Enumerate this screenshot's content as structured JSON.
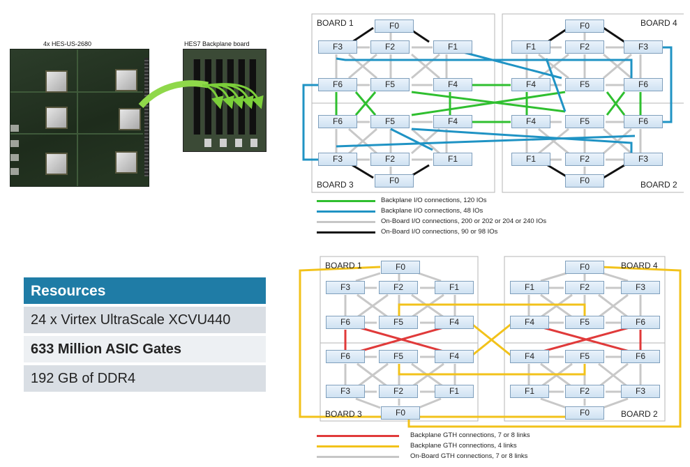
{
  "photos": {
    "left_caption": "4x HES-US-2680",
    "right_caption": "HES7 Backplane board"
  },
  "resources": {
    "header": "Resources",
    "rows": [
      {
        "text": "24 x Virtex UltraScale XCVU440",
        "bold": false,
        "bg": "#d9dee4"
      },
      {
        "text": "633 Million ASIC Gates",
        "bold": true,
        "bg": "#edf0f3"
      },
      {
        "text": "192 GB of DDR4",
        "bold": false,
        "bg": "#d9dee4"
      }
    ]
  },
  "diagram_top": {
    "boards": [
      {
        "label": "BOARD 1",
        "fpgas": [
          "F0",
          "F3",
          "F2",
          "F1",
          "F6",
          "F5",
          "F4"
        ]
      },
      {
        "label": "BOARD 4",
        "fpgas": [
          "F0",
          "F1",
          "F2",
          "F3",
          "F4",
          "F5",
          "F6"
        ]
      },
      {
        "label": "BOARD 3",
        "fpgas": [
          "F6",
          "F5",
          "F4",
          "F3",
          "F2",
          "F1",
          "F0"
        ]
      },
      {
        "label": "BOARD 2",
        "fpgas": [
          "F4",
          "F5",
          "F6",
          "F1",
          "F2",
          "F3",
          "F0"
        ]
      }
    ],
    "legend": [
      {
        "color": "#2fbf2f",
        "text": "Backplane I/O connections, 120 IOs"
      },
      {
        "color": "#1f93c4",
        "text": "Backplane I/O connections, 48 IOs"
      },
      {
        "color": "#c6c6c6",
        "text": "On-Board I/O connections, 200 or 202 or 204 or 240 IOs"
      },
      {
        "color": "#111111",
        "text": "On-Board I/O connections, 90 or 98 IOs"
      }
    ]
  },
  "diagram_bottom": {
    "boards": [
      {
        "label": "BOARD 1",
        "fpgas": [
          "F0",
          "F3",
          "F2",
          "F1",
          "F6",
          "F5",
          "F4"
        ]
      },
      {
        "label": "BOARD 4",
        "fpgas": [
          "F0",
          "F1",
          "F2",
          "F3",
          "F4",
          "F5",
          "F6"
        ]
      },
      {
        "label": "BOARD 3",
        "fpgas": [
          "F6",
          "F5",
          "F4",
          "F3",
          "F2",
          "F1",
          "F0"
        ]
      },
      {
        "label": "BOARD 2",
        "fpgas": [
          "F4",
          "F5",
          "F6",
          "F1",
          "F2",
          "F3",
          "F0"
        ]
      }
    ],
    "legend": [
      {
        "color": "#e03a3a",
        "text": "Backplane GTH connections, 7 or 8 links"
      },
      {
        "color": "#f2c21a",
        "text": "Backplane GTH connections, 4 links"
      },
      {
        "color": "#c6c6c6",
        "text": "On-Board GTH connections, 7 or 8 links"
      }
    ]
  }
}
